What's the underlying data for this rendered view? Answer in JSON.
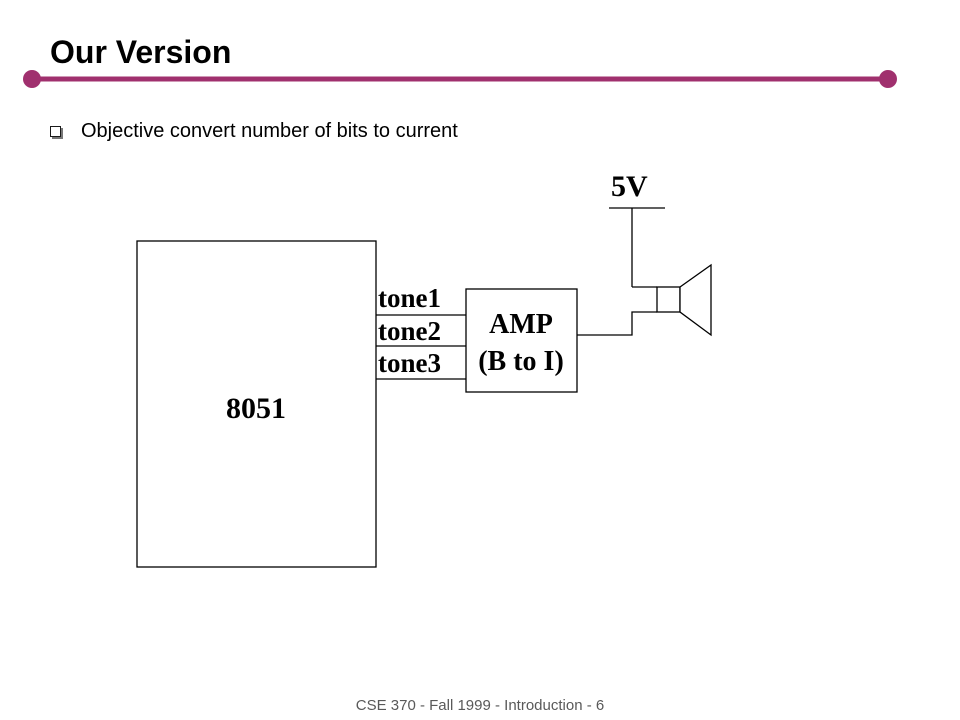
{
  "slide": {
    "title": "Our Version",
    "accent_color": "#a0306e",
    "bullets": [
      {
        "icon": "square-bullet-icon",
        "text": "Objective convert number of bits to current"
      }
    ],
    "footer": "CSE 370 - Fall 1999 - Introduction - 6"
  },
  "diagram": {
    "microcontroller": {
      "label": "8051"
    },
    "signals": [
      "tone1",
      "tone2",
      "tone3"
    ],
    "amplifier": {
      "line1": "AMP",
      "line2": "(B to I)"
    },
    "supply": {
      "label": "5V"
    },
    "output": {
      "icon": "speaker-icon"
    }
  }
}
